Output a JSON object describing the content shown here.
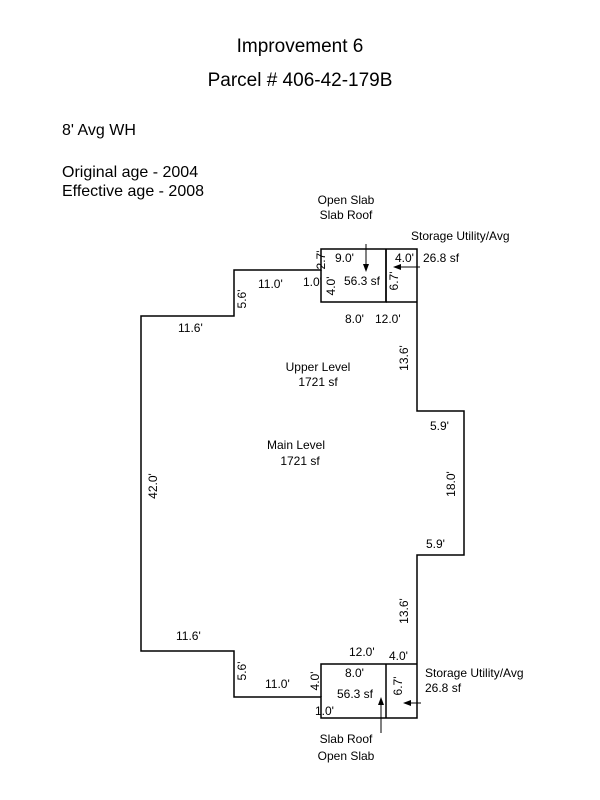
{
  "header": {
    "title": "Improvement 6",
    "parcel": "Parcel # 406-42-179B"
  },
  "info": {
    "wall_height": "8' Avg WH",
    "original_age": "Original age - 2004",
    "effective_age": "Effective age - 2008"
  },
  "areas": {
    "upper_level_name": "Upper Level",
    "upper_level_sf": "1721 sf",
    "main_level_name": "Main Level",
    "main_level_sf": "1721 sf",
    "top_slab_name": "Open Slab",
    "top_slab_roof": "Slab Roof",
    "top_slab_sf": "56.3 sf",
    "top_storage_name": "Storage Utility/Avg",
    "top_storage_sf": "26.8 sf",
    "bottom_slab_roof": "Slab Roof",
    "bottom_slab_name": "Open Slab",
    "bottom_slab_sf": "56.3 sf",
    "bottom_storage_name": "Storage Utility/Avg",
    "bottom_storage_sf": "26.8 sf"
  },
  "dimensions": {
    "left_wall": "42.0'",
    "top_left_step": "11.6'",
    "top_left_jog": "5.6'",
    "top_left_run": "11.0'",
    "bottom_left_step": "11.6'",
    "bottom_left_jog": "5.6'",
    "bottom_left_run": "11.0'",
    "top_slab_width": "9.0'",
    "top_slab_offset": "2.7'",
    "top_slab_depth": "4.0'",
    "top_slab_step": "1.0'",
    "top_slab_bottom": "8.0'",
    "top_storage_width": "4.0'",
    "top_storage_depth": "6.7'",
    "top_storage_bottom": "12.0'",
    "right_upper_wall": "13.6'",
    "right_bump_top": "5.9'",
    "right_bump_side": "18.0'",
    "right_bump_bottom": "5.9'",
    "right_lower_wall": "13.6'",
    "bottom_run": "12.0'",
    "bottom_storage_width": "4.0'",
    "bottom_slab_width": "8.0'",
    "bottom_slab_depth": "4.0'",
    "bottom_slab_step": "1.0'",
    "bottom_storage_depth": "6.7'"
  }
}
